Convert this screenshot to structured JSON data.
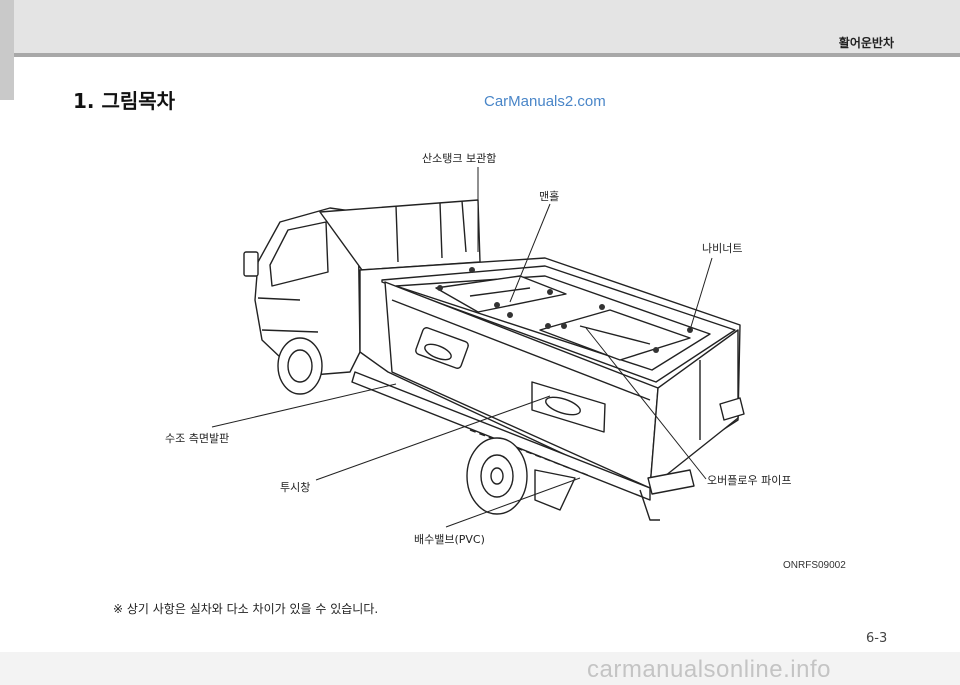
{
  "header": {
    "chapter": "활어운반차"
  },
  "section": {
    "title": "1. 그림목차"
  },
  "watermark_top": "CarManuals2.com",
  "labels": {
    "oxygen_tank": "산소탱크 보관함",
    "manhole": "맨홀",
    "wing_nut": "나비너트",
    "side_step": "수조 측면발판",
    "sight_window": "투시창",
    "overflow_pipe": "오버플로우 파이프",
    "drain_valve": "배수밸브(PVC)"
  },
  "figure_code": "ONRFS09002",
  "note": "※ 상기 사항은 실차와 다소 차이가 있을 수 있습니다.",
  "page_number": "6-3",
  "footer_watermark": "carmanualsonline.info"
}
